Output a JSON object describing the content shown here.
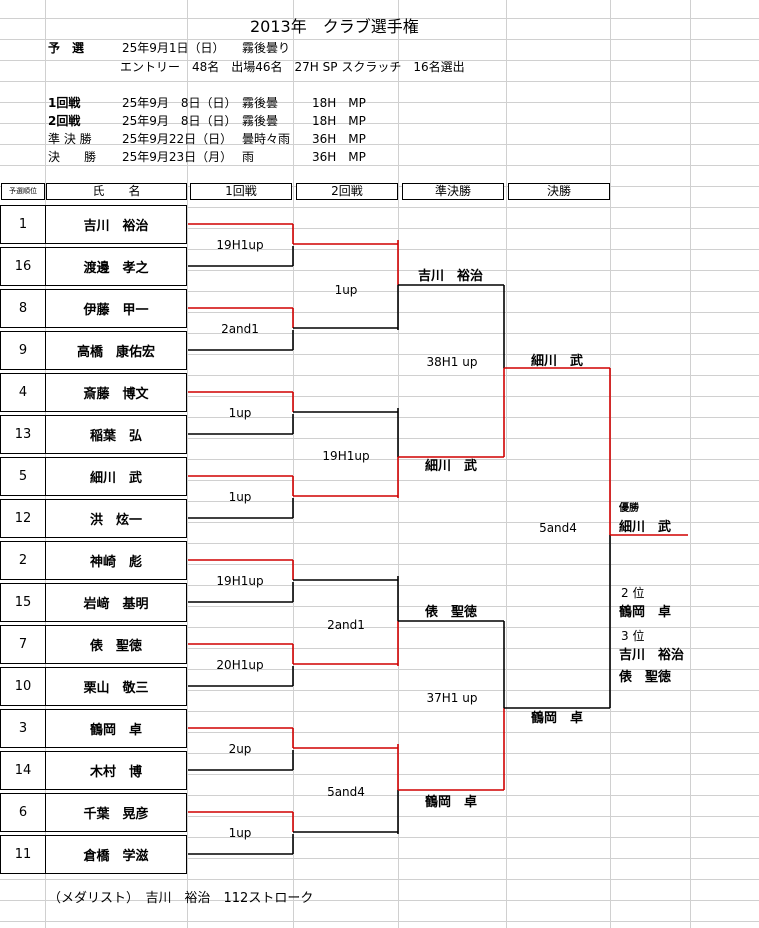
{
  "title": "2013年　クラブ選手権",
  "schedule": {
    "yosen": {
      "label": "予　選",
      "date": "25年9月1日（日）",
      "weather": "霧後曇り",
      "detail": "エントリー　48名　出場46名　27H SP スクラッチ　16名選出"
    },
    "rounds": [
      {
        "label": "1回戦",
        "date": "25年9月　8日（日）",
        "weather": "霧後曇",
        "format": "18H　MP"
      },
      {
        "label": "2回戦",
        "date": "25年9月　8日（日）",
        "weather": "霧後曇",
        "format": "18H　MP"
      },
      {
        "label": "準 決 勝",
        "date": "25年9月22日（日）",
        "weather": "曇時々雨",
        "format": "36H　MP"
      },
      {
        "label": "決　　勝",
        "date": "25年9月23日（月）",
        "weather": "雨",
        "format": "36H　MP"
      }
    ]
  },
  "headers": {
    "seed": "予選順位",
    "name": "氏　　名",
    "r1": "1回戦",
    "r2": "2回戦",
    "semi": "準決勝",
    "final": "決勝"
  },
  "players": [
    {
      "seed": "1",
      "name": "吉川　裕治"
    },
    {
      "seed": "16",
      "name": "渡邊　孝之"
    },
    {
      "seed": "8",
      "name": "伊藤　甲一"
    },
    {
      "seed": "9",
      "name": "高橋　康佑宏"
    },
    {
      "seed": "4",
      "name": "斎藤　博文"
    },
    {
      "seed": "13",
      "name": "稲葉　弘"
    },
    {
      "seed": "5",
      "name": "細川　武"
    },
    {
      "seed": "12",
      "name": "洪　炫一"
    },
    {
      "seed": "2",
      "name": "神崎　彪"
    },
    {
      "seed": "15",
      "name": "岩﨑　基明"
    },
    {
      "seed": "7",
      "name": "俵　聖徳"
    },
    {
      "seed": "10",
      "name": "栗山　敬三"
    },
    {
      "seed": "3",
      "name": "鶴岡　卓"
    },
    {
      "seed": "14",
      "name": "木村　博"
    },
    {
      "seed": "6",
      "name": "千葉　晃彦"
    },
    {
      "seed": "11",
      "name": "倉橋　学滋"
    }
  ],
  "r1_results": [
    "19H1up",
    "2and1",
    "1up",
    "1up",
    "19H1up",
    "20H1up",
    "2up",
    "1up"
  ],
  "r2_results": [
    "1up",
    "19H1up",
    "2and1",
    "5and4"
  ],
  "r2_winners": [
    "吉川　裕治",
    "細川　武",
    "俵　聖徳",
    "鶴岡　卓"
  ],
  "semi_results": [
    "38H1 up",
    "37H1 up"
  ],
  "semi_winners": [
    "細川　武",
    "鶴岡　卓"
  ],
  "final_result": "5and4",
  "champion_label": "優勝",
  "champion": "細川　武",
  "second_label": "2 位",
  "second": "鶴岡　卓",
  "third_label": "3 位",
  "third": [
    "吉川　裕治",
    "俵　聖徳"
  ],
  "medalist": "（メダリスト）　吉川　裕治　112ストローク",
  "colors": {
    "win_line": "#d00000",
    "loss_line": "#000000",
    "grid": "#d0d0d0"
  }
}
